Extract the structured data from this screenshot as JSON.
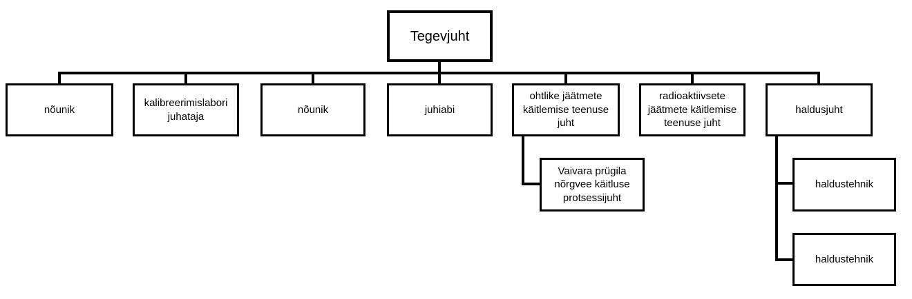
{
  "org_chart": {
    "root": {
      "label": "Tegevjuht"
    },
    "children": [
      {
        "label": "nõunik"
      },
      {
        "label": "kalibreerimislabori juhataja"
      },
      {
        "label": "nõunik"
      },
      {
        "label": "juhiabi"
      },
      {
        "label": "ohtlike jäätmete käitlemise teenuse juht",
        "children": [
          {
            "label": "Vaivara prügila nõrgvee käitluse protsessijuht"
          }
        ]
      },
      {
        "label": "radioaktiivsete jäätmete käitlemise teenuse juht"
      },
      {
        "label": "haldusjuht",
        "children": [
          {
            "label": "haldustehnik"
          },
          {
            "label": "haldustehnik"
          }
        ]
      }
    ],
    "colors": {
      "background": "#ffffff",
      "box_fill": "#ffffff",
      "box_border": "#000000",
      "connector": "#000000",
      "text": "#000000"
    }
  }
}
